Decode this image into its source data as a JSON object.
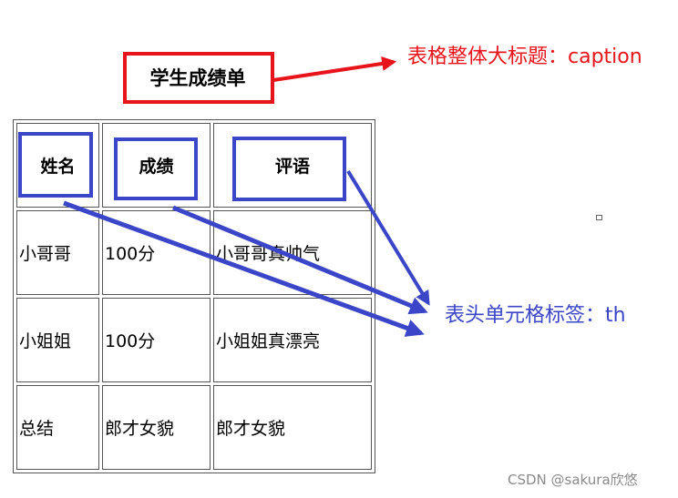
{
  "table": {
    "caption": "学生成绩单",
    "headers": [
      "姓名",
      "成绩",
      "评语"
    ],
    "rows": [
      [
        "小哥哥",
        "100分",
        "小哥哥真帅气"
      ],
      [
        "小姐姐",
        "100分",
        "小姐姐真漂亮"
      ],
      [
        "总结",
        "郎才女貌",
        "郎才女貌"
      ]
    ]
  },
  "annotations": {
    "caption_note": "表格整体大标题：caption",
    "th_note": "表头单元格标签：th"
  },
  "watermark": "CSDN @sakura欣悠",
  "colors": {
    "red": "#e8141b",
    "blue": "#3a45c8"
  }
}
